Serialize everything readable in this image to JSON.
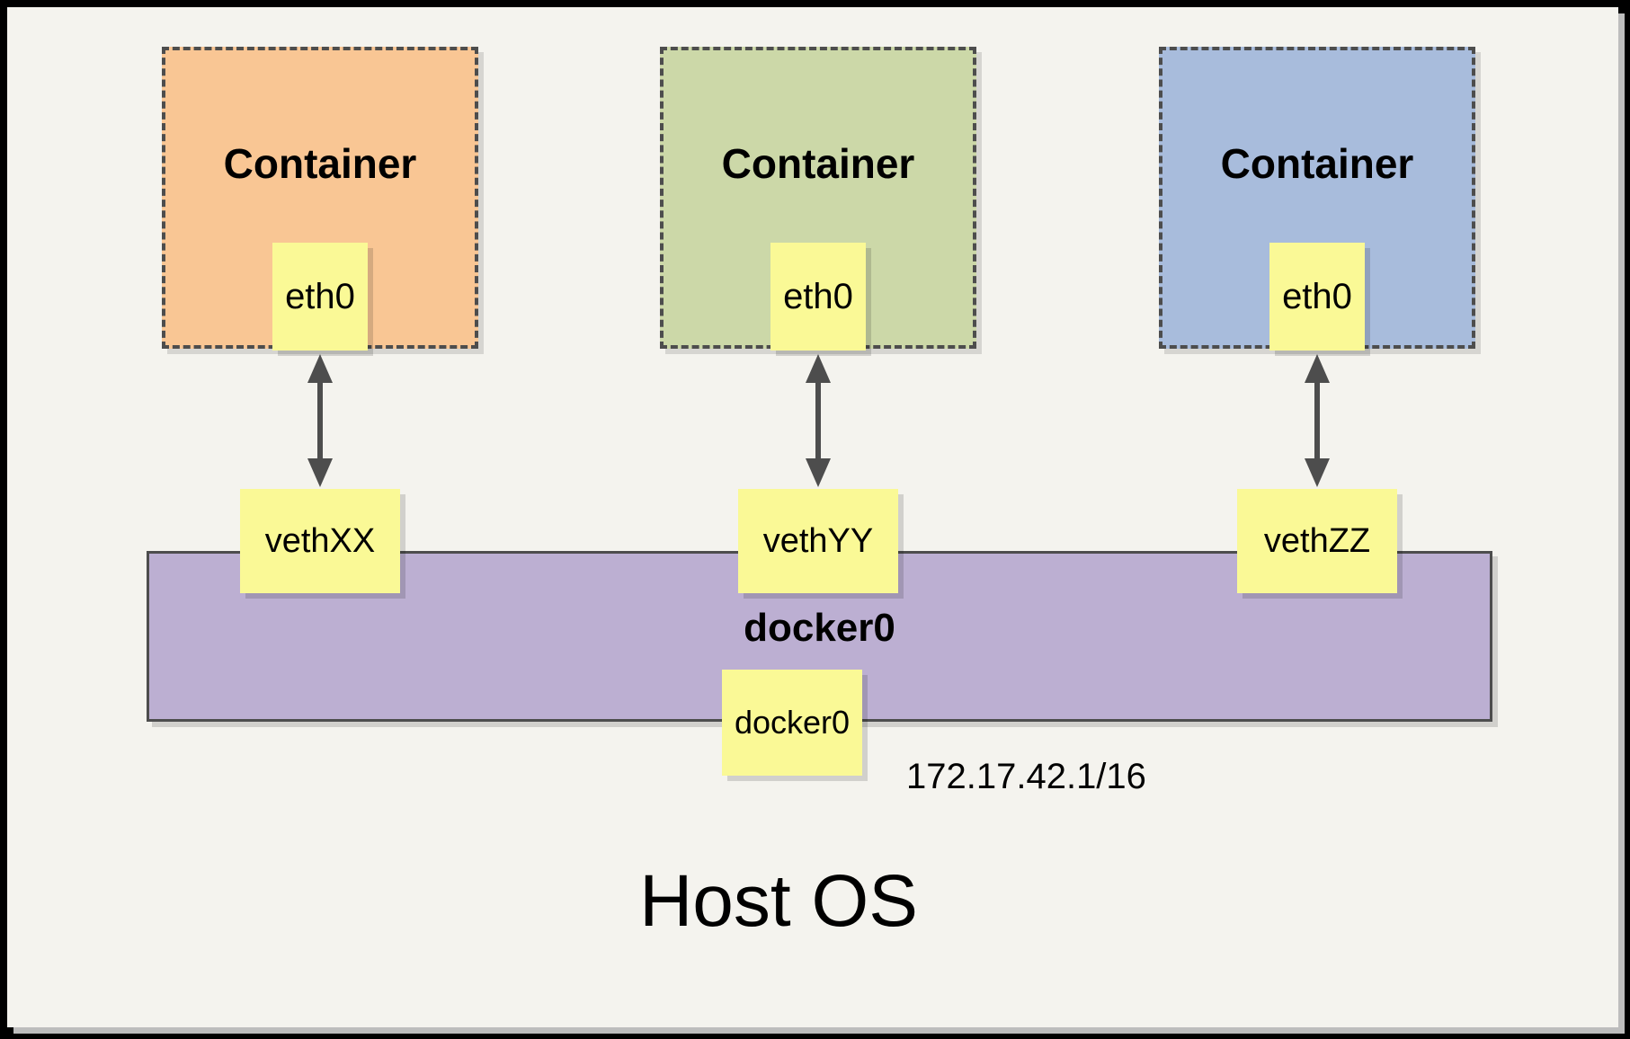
{
  "canvas": {
    "background": "#F4F3EE",
    "frame_color": "#000000",
    "shadow_color": "#BDBDBD"
  },
  "containers": [
    {
      "title": "Container",
      "eth_label": "eth0",
      "veth_label": "vethXX",
      "fill": "#F9C694"
    },
    {
      "title": "Container",
      "eth_label": "eth0",
      "veth_label": "vethYY",
      "fill": "#CCD8A8"
    },
    {
      "title": "Container",
      "eth_label": "eth0",
      "veth_label": "vethZZ",
      "fill": "#A8BCDC"
    }
  ],
  "bridge": {
    "title": "docker0",
    "interface_label": "docker0",
    "ip_address": "172.17.42.1/16",
    "fill": "#BCAFD2"
  },
  "host": {
    "title": "Host OS"
  },
  "accents": {
    "note_fill": "#FAF996",
    "line_color": "#4D4D4D"
  }
}
